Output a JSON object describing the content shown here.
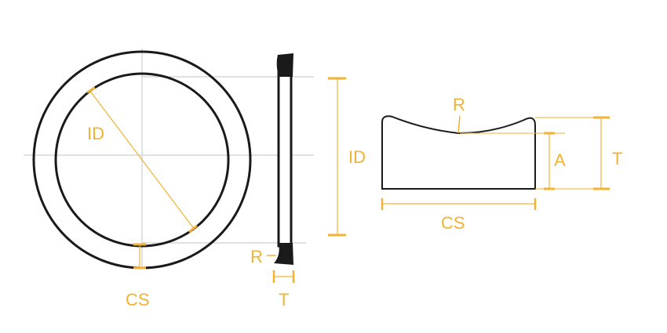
{
  "colors": {
    "accent": "#f2b233",
    "outline": "#1a1a1a",
    "guide": "#cfcfcf"
  },
  "labels": {
    "front_id": "ID",
    "front_cs": "CS",
    "side_id": "ID",
    "side_r": "R",
    "side_t": "T",
    "profile_r": "R",
    "profile_a": "A",
    "profile_t": "T",
    "profile_cs": "CS"
  }
}
